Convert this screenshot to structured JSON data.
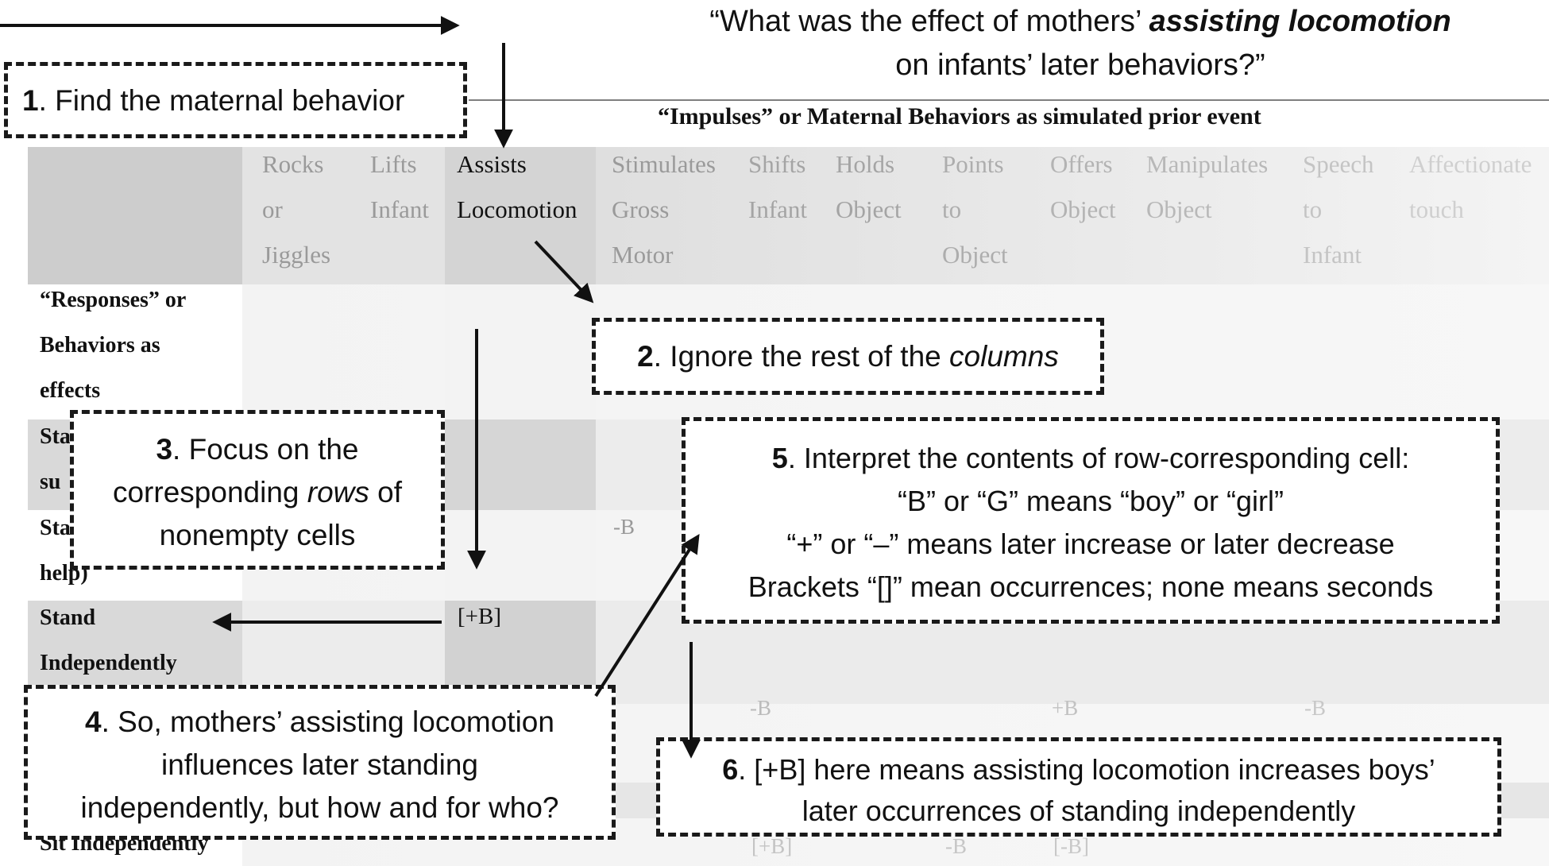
{
  "question": {
    "line1_pre": "“What was the effect of mothers’ ",
    "line1_emph": "assisting locomotion",
    "line2": "on infants’ later behaviors?”"
  },
  "table": {
    "impulses_title": "“Impulses” or Maternal Behaviors as simulated prior event",
    "columns": [
      {
        "label": "Rocks\nor\nJiggles"
      },
      {
        "label": "Lifts\nInfant"
      },
      {
        "label": "Assists\nLocomotion"
      },
      {
        "label": "Stimulates\nGross\nMotor"
      },
      {
        "label": "Shifts\nInfant"
      },
      {
        "label": "Holds\nObject"
      },
      {
        "label": "Points\nto\nObject"
      },
      {
        "label": "Offers\nObject"
      },
      {
        "label": "Manipulates\nObject"
      },
      {
        "label": "Speech\nto\nInfant"
      },
      {
        "label": "Affectionate\ntouch"
      }
    ],
    "responses_label": "“Responses” or\nBehaviors as\neffects",
    "rows": [
      {
        "label": "Sta\nsu"
      },
      {
        "label": "Sta\nhelp)"
      },
      {
        "label": "Stand\nIndependently"
      },
      {
        "label": "Sit Independently"
      }
    ],
    "cells": {
      "stand_assist_stim": "-B",
      "stand_indep_assist": "[+B]",
      "unlabeled_shifts": "-B",
      "unlabeled_offers": "+B",
      "unlabeled_speech": "-B",
      "sit_shifts": "[+B]",
      "sit_points": "-B",
      "sit_offers": "[-B]"
    }
  },
  "callouts": {
    "c1": {
      "num": "1",
      "text": ". Find the maternal behavior"
    },
    "c2": {
      "num": "2",
      "text_pre": ". Ignore the rest of the ",
      "text_emph": "columns"
    },
    "c3": {
      "num": "3",
      "l1": ". Focus on the",
      "l2_pre": "corresponding ",
      "l2_emph": "rows",
      "l2_post": " of",
      "l3": "nonempty cells"
    },
    "c4": {
      "num": "4",
      "l1": ". So, mothers’ assisting locomotion",
      "l2": "influences later standing",
      "l3": "independently, but how and for who?"
    },
    "c5": {
      "num": "5",
      "l1": ". Interpret the contents of row-corresponding cell:",
      "l2": "“B” or “G” means “boy” or “girl”",
      "l3": "“+” or “–” means later increase or later decrease",
      "l4": "Brackets “[]” mean occurrences; none means seconds"
    },
    "c6": {
      "num": "6",
      "l1": ". [+B] here means assisting locomotion increases boys’",
      "l2": "later occurrences of standing independently"
    }
  }
}
